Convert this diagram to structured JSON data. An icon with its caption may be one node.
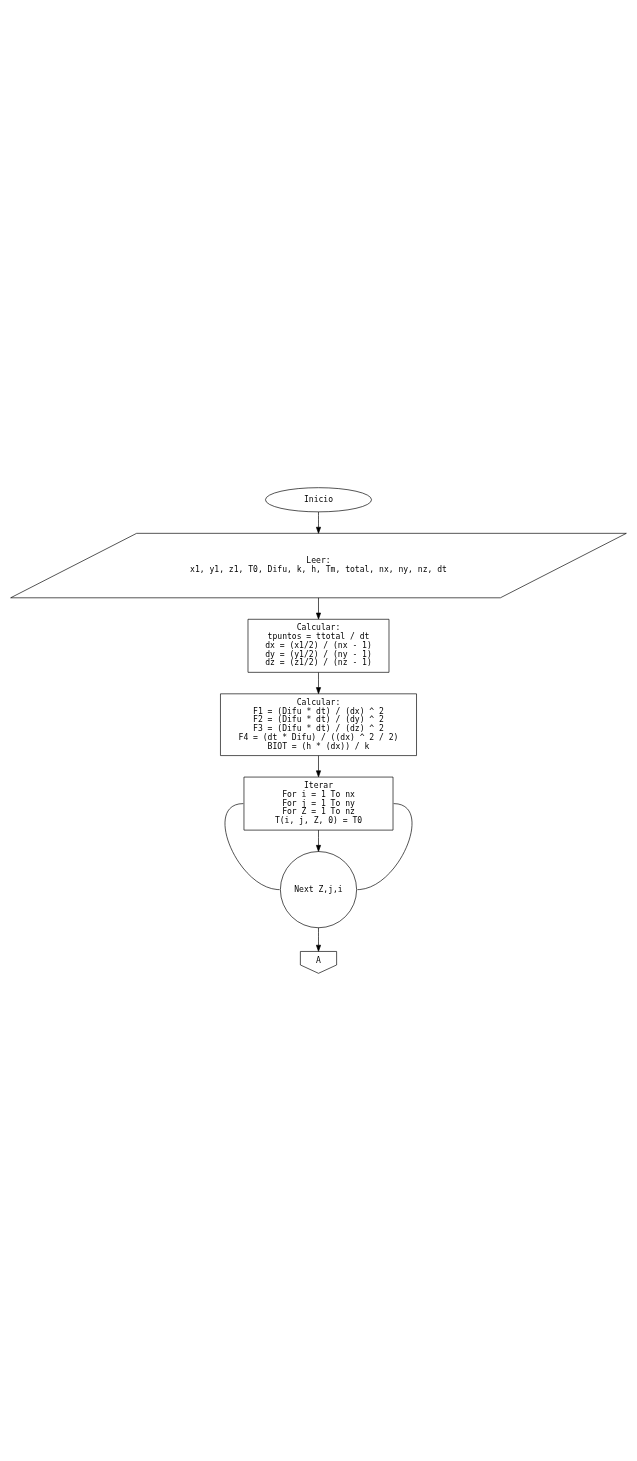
{
  "diagram": {
    "nodes": [
      {
        "text": [
          "Inicio"
        ]
      },
      {
        "text": [
          "Leer:",
          "x1, y1, z1, T0, Difu, k, h, Tm, total, nx, ny, nz, dt"
        ]
      },
      {
        "text": [
          "Calcular:",
          "tpuntos = ttotal / dt",
          "dx = (x1/2) / (nx - 1)",
          "dy = (y1/2) / (ny - 1)",
          "dz = (z1/2) / (nz - 1)"
        ]
      },
      {
        "text": [
          "Calcular:",
          "F1 = (Difu * dt) / (dx) ^ 2",
          "F2 = (Difu * dt) / (dy) ^ 2",
          "F3 = (Difu * dt) / (dz) ^ 2",
          "F4 = (dt * Difu) / ((dx) ^ 2 / 2)",
          "BIOT = (h * (dx)) / k"
        ]
      },
      {
        "text": [
          "Iterar",
          "For i = 1 To nx",
          "For j = 1 To ny",
          "For Z = 1 To nz",
          "T(i, j, Z, 0) = T0"
        ]
      },
      {
        "text": [
          "Next Z,j,i"
        ]
      },
      {
        "text": [
          "A"
        ]
      }
    ],
    "edges": [
      {
        "from": 0,
        "to": 1,
        "arrow": "to"
      },
      {
        "from": 1,
        "to": 2,
        "arrow": "to"
      },
      {
        "from": 2,
        "to": 3,
        "arrow": "to"
      },
      {
        "from": 3,
        "to": 4,
        "arrow": "to"
      },
      {
        "from": 4,
        "to": 5,
        "arrow": "to"
      },
      {
        "from": 4,
        "to": 5,
        "arrow": "none"
      },
      {
        "from": 4,
        "to": 5,
        "arrow": "none"
      },
      {
        "from": 5,
        "to": 6,
        "arrow": "to"
      }
    ]
  }
}
